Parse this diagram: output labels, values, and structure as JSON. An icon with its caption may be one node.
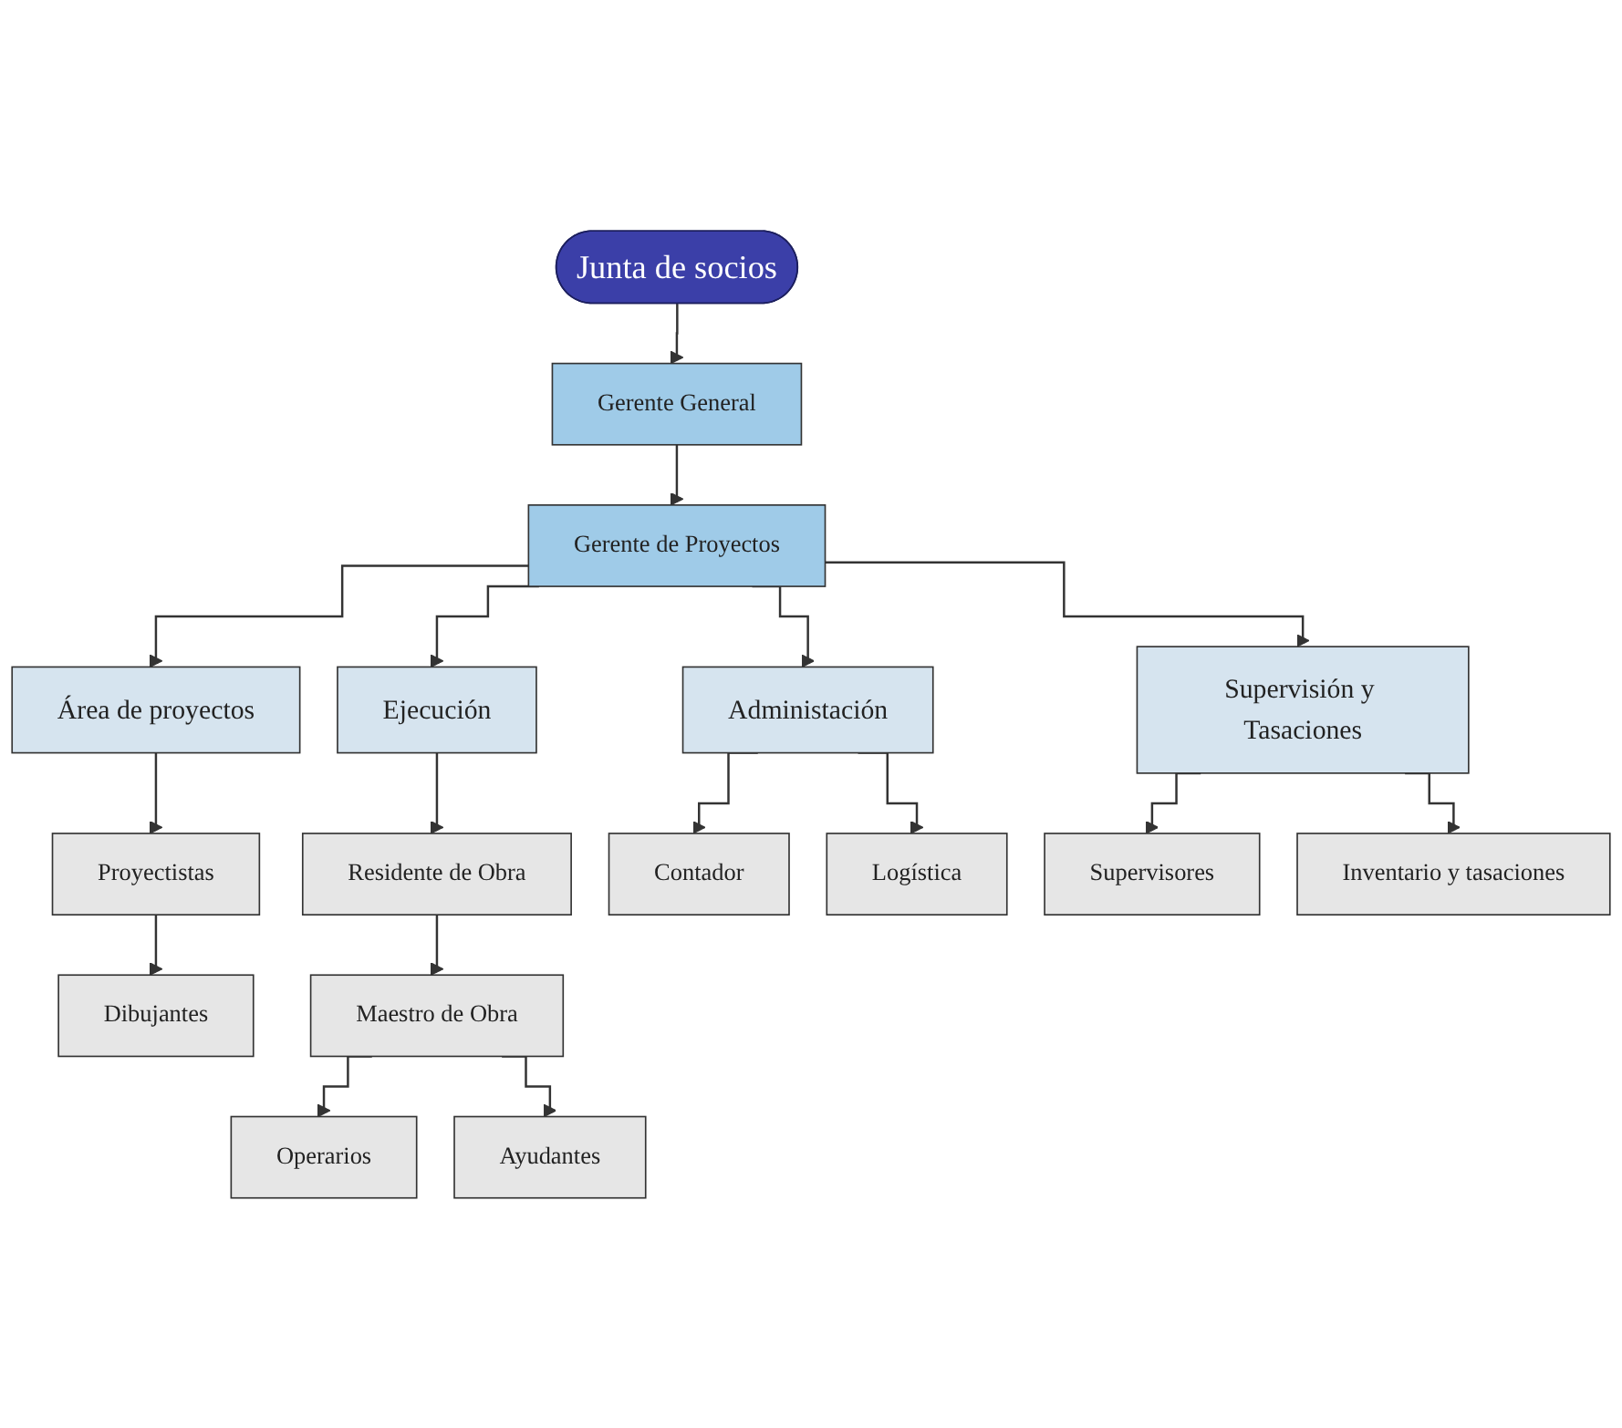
{
  "diagram": {
    "nodes": [
      {
        "text": [
          "Junta de socios"
        ]
      },
      {
        "text": [
          "Gerente General"
        ]
      },
      {
        "text": [
          "Gerente de Proyectos"
        ]
      },
      {
        "text": [
          "Área de proyectos"
        ]
      },
      {
        "text": [
          "Ejecución"
        ]
      },
      {
        "text": [
          "Administación"
        ]
      },
      {
        "text": [
          "Supervisión y Tasaciones"
        ]
      },
      {
        "text": [
          "Proyectistas"
        ]
      },
      {
        "text": [
          "Dibujantes"
        ]
      },
      {
        "text": [
          "Residente de Obra"
        ]
      },
      {
        "text": [
          "Maestro de Obra"
        ]
      },
      {
        "text": [
          "Operarios"
        ]
      },
      {
        "text": [
          "Ayudantes"
        ]
      },
      {
        "text": [
          "Contador"
        ]
      },
      {
        "text": [
          "Logística"
        ]
      },
      {
        "text": [
          "Supervisores"
        ]
      },
      {
        "text": [
          "Inventario y tasaciones"
        ]
      }
    ],
    "edges": [
      {
        "from": 0,
        "to": 1,
        "arrow": "to"
      },
      {
        "from": 1,
        "to": 2,
        "arrow": "to"
      },
      {
        "from": 2,
        "to": 3,
        "arrow": "to"
      },
      {
        "from": 2,
        "to": 4,
        "arrow": "to"
      },
      {
        "from": 2,
        "to": 5,
        "arrow": "to"
      },
      {
        "from": 2,
        "to": 6,
        "arrow": "to"
      },
      {
        "from": 3,
        "to": 7,
        "arrow": "to"
      },
      {
        "from": 7,
        "to": 8,
        "arrow": "to"
      },
      {
        "from": 4,
        "to": 9,
        "arrow": "to"
      },
      {
        "from": 9,
        "to": 10,
        "arrow": "to"
      },
      {
        "from": 10,
        "to": 11,
        "arrow": "to"
      },
      {
        "from": 10,
        "to": 12,
        "arrow": "to"
      },
      {
        "from": 5,
        "to": 13,
        "arrow": "to"
      },
      {
        "from": 5,
        "to": 14,
        "arrow": "to"
      },
      {
        "from": 6,
        "to": 15,
        "arrow": "to"
      },
      {
        "from": 6,
        "to": 16,
        "arrow": "to"
      }
    ]
  }
}
